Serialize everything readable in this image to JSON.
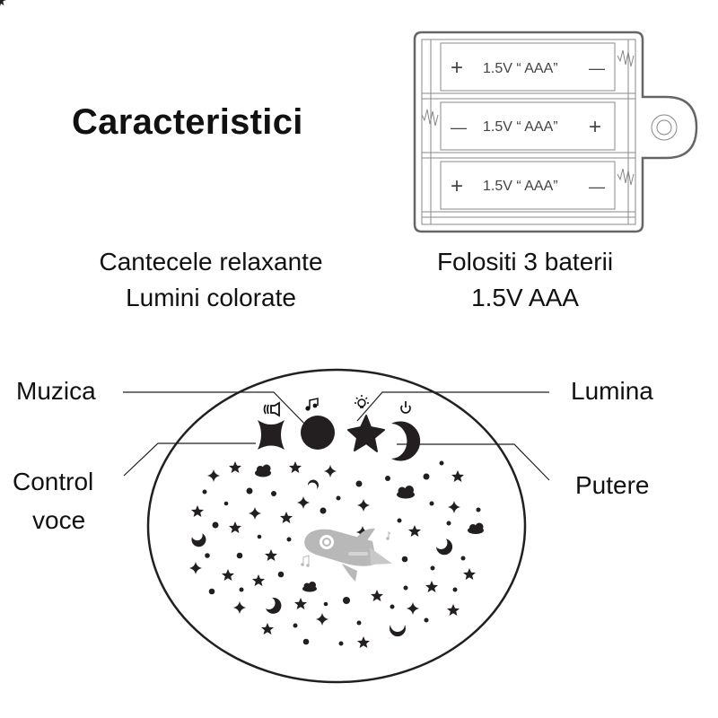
{
  "header": {
    "title": "Caracteristici"
  },
  "features": {
    "left": [
      "Cantecele relaxante",
      "Lumini colorate"
    ],
    "right": [
      "Folositi 3 baterii",
      "1.5V AAA"
    ]
  },
  "battery_pack": {
    "cells": [
      {
        "left_sign": "+",
        "label": "1.5V “ AAA”",
        "right_sign": "—"
      },
      {
        "left_sign": "—",
        "label": "1.5V “ AAA”",
        "right_sign": "+"
      },
      {
        "left_sign": "+",
        "label": "1.5V “ AAA”",
        "right_sign": "—"
      }
    ]
  },
  "device": {
    "callouts": {
      "music": "Muzica",
      "voice_control_line1": "Control",
      "voice_control_line2": "voce",
      "light": "Lumina",
      "power": "Putere"
    },
    "buttons": [
      {
        "name": "voice-control",
        "icon": "speaker-sound-icon",
        "shape": "four-point-star"
      },
      {
        "name": "music",
        "icon": "music-note-icon",
        "shape": "circle"
      },
      {
        "name": "light",
        "icon": "light-bulb-icon",
        "shape": "five-point-star"
      },
      {
        "name": "power",
        "icon": "power-icon",
        "shape": "crescent-moon"
      }
    ],
    "center_graphic": "rocket-icon"
  },
  "colors": {
    "ink": "#111111",
    "outline": "#231f20",
    "battery_stroke": "#555555",
    "rocket": "#b8b8b8"
  }
}
